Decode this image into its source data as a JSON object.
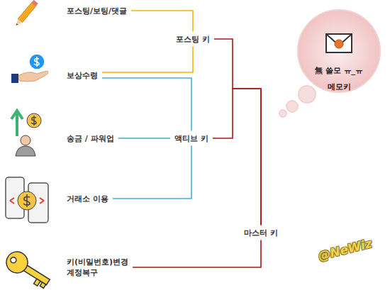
{
  "diagram": {
    "nodes": [
      {
        "text": [
          "포스팅/보팅/댓글"
        ]
      },
      {
        "text": [
          "보상수령"
        ]
      },
      {
        "text": [
          "송금 / 파워업"
        ]
      },
      {
        "text": [
          "거래소 이용"
        ]
      },
      {
        "text": [
          "키(비밀번호)변경",
          "계정복구"
        ]
      },
      {
        "text": [
          "포스팅 키"
        ]
      },
      {
        "text": [
          "액티브 키"
        ]
      },
      {
        "text": [
          "마스터 키"
        ]
      },
      {
        "text": [
          "無 쓸모 ㅠ_ㅠ",
          "메모키"
        ]
      }
    ],
    "edges": [
      {
        "from": 0,
        "to": 5,
        "arrow": "none"
      },
      {
        "from": 1,
        "to": 5,
        "arrow": "none"
      },
      {
        "from": 1,
        "to": 6,
        "arrow": "none"
      },
      {
        "from": 2,
        "to": 6,
        "arrow": "none"
      },
      {
        "from": 3,
        "to": 6,
        "arrow": "none"
      },
      {
        "from": 5,
        "to": 7,
        "arrow": "none"
      },
      {
        "from": 6,
        "to": 7,
        "arrow": "none"
      },
      {
        "from": 4,
        "to": 7,
        "arrow": "none"
      }
    ],
    "labels": [
      "@NeWiz"
    ]
  }
}
